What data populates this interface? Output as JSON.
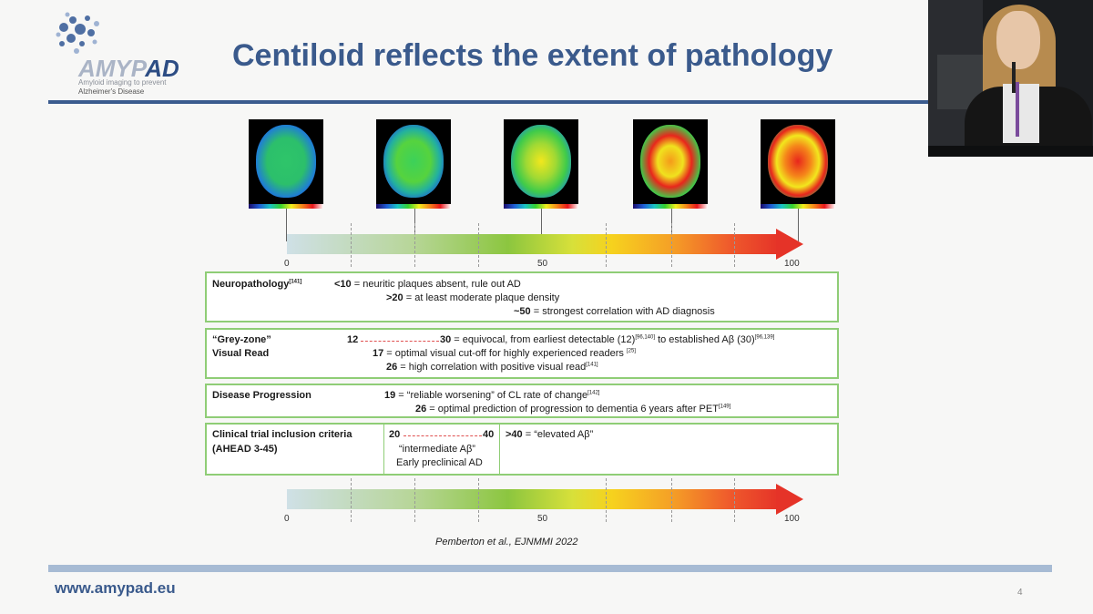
{
  "logo": {
    "amy": "AMYP",
    "ad": "AD",
    "tagline1": "Amyloid imaging to prevent",
    "tagline2": "Alzheimer's Disease"
  },
  "title": "Centiloid reflects the extent of pathology",
  "scale": {
    "tick_0": "0",
    "tick_50": "50",
    "tick_100": "100"
  },
  "neuropathology": {
    "label": "Neuropathology",
    "label_ref": "[141]",
    "l1_val": "<10",
    "l1_text": " = neuritic plaques absent, rule out AD",
    "l2_val": ">20",
    "l2_text": " = at least moderate plaque density",
    "l3_val": "~50",
    "l3_text": " = strongest correlation with AD diagnosis"
  },
  "greyzone": {
    "label1": "“Grey-zone”",
    "label2": "Visual Read",
    "l1_start": "12",
    "l1_end": "30",
    "l1_text": " = equivocal, from earliest detectable (12)",
    "l1_ref1": "[96,140]",
    "l1_text2": " to established Aβ (30)",
    "l1_ref2": "[96,139]",
    "l2_val": "17",
    "l2_text": " = optimal visual cut-off for highly experienced readers ",
    "l2_ref": "[25]",
    "l3_val": "26",
    "l3_text": " = high correlation with positive visual read",
    "l3_ref": "[141]"
  },
  "progression": {
    "label": "Disease Progression",
    "l1_val": "19",
    "l1_text": " = “reliable worsening” of CL rate of change",
    "l1_ref": "[142]",
    "l2_val": "26",
    "l2_text": " = optimal prediction of progression to dementia 6 years after PET",
    "l2_ref": "[149]"
  },
  "trial": {
    "label1": "Clinical trial inclusion criteria",
    "label2": "(AHEAD 3-45)",
    "mid_start": "20",
    "mid_end": "40",
    "mid_line1": "“intermediate Aβ”",
    "mid_line2": "Early preclinical AD",
    "right_val": ">40",
    "right_text": " = “elevated Aβ”"
  },
  "citation": "Pemberton et al., EJNMMI 2022",
  "footer_url": "www.amypad.eu",
  "page_number": "4",
  "colors": {
    "accent": "#3a5a8c",
    "box_border": "#8fcd76",
    "arrow_end": "#e53328"
  }
}
